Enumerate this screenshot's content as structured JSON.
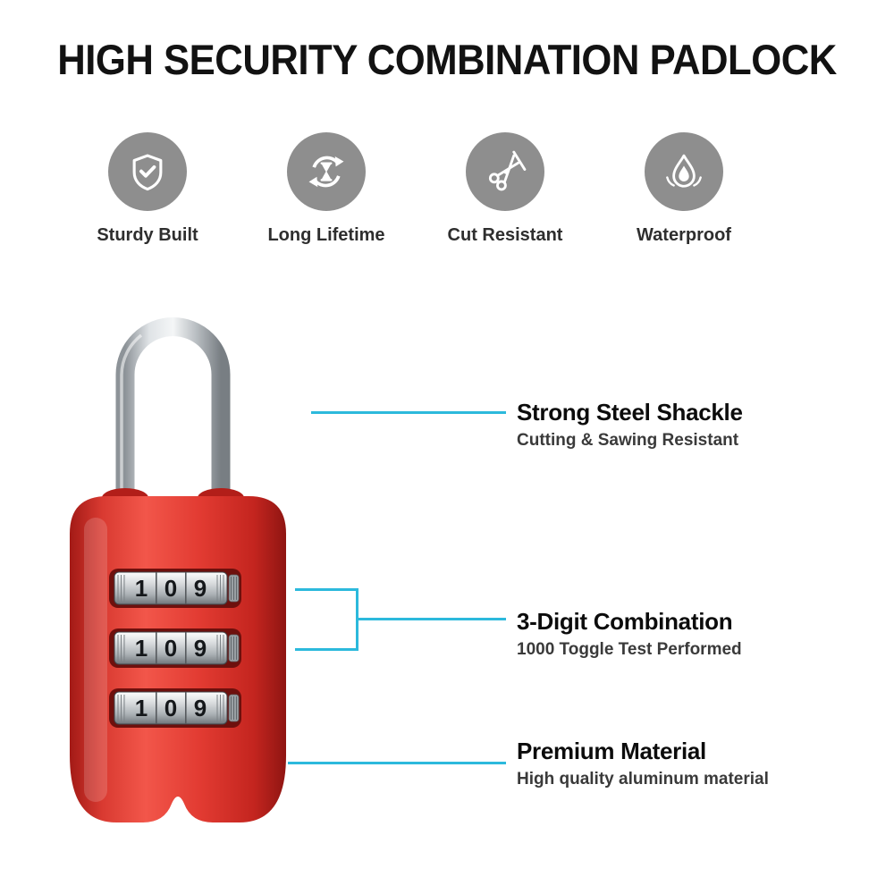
{
  "title": "HIGH SECURITY COMBINATION PADLOCK",
  "features": [
    {
      "label": "Sturdy Built",
      "icon": "shield-check-icon"
    },
    {
      "label": "Long Lifetime",
      "icon": "refresh-hourglass-icon"
    },
    {
      "label": "Cut Resistant",
      "icon": "scissors-cut-icon"
    },
    {
      "label": "Waterproof",
      "icon": "water-drop-icon"
    }
  ],
  "callouts": [
    {
      "heading": "Strong Steel Shackle",
      "subtext": "Cutting & Sawing Resistant"
    },
    {
      "heading": "3-Digit Combination",
      "subtext": "1000 Toggle Test Performed"
    },
    {
      "heading": "Premium Material",
      "subtext": "High quality aluminum material"
    }
  ],
  "lock": {
    "dials": [
      [
        "1",
        "0",
        "9"
      ],
      [
        "1",
        "0",
        "9"
      ],
      [
        "1",
        "0",
        "9"
      ]
    ]
  },
  "colors": {
    "accent": "#2cb9dc",
    "icon_gray": "#8e8e8e",
    "lock_red": "#e23a32"
  }
}
